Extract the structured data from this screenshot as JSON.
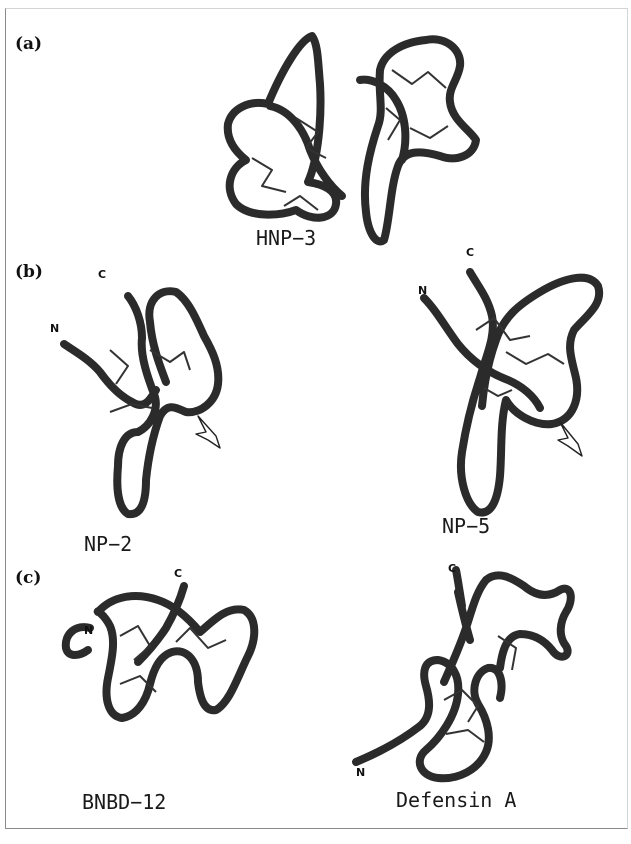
{
  "panels": {
    "a": {
      "label": "(a)",
      "molecules": [
        {
          "name": "HNP−3"
        }
      ]
    },
    "b": {
      "label": "(b)",
      "molecules": [
        {
          "name": "NP−2",
          "n_term": "N",
          "c_term": "C"
        },
        {
          "name": "NP−5",
          "n_term": "N",
          "c_term": "C"
        }
      ]
    },
    "c": {
      "label": "(c)",
      "molecules": [
        {
          "name": "BNBD−12",
          "n_term": "N",
          "c_term": "C"
        },
        {
          "name": "Defensin A",
          "n_term": "N",
          "c_term": "C"
        }
      ]
    }
  },
  "colors": {
    "backbone": "#2b2b2b",
    "disulfide": "#333333",
    "frame": "#8a8a8a"
  }
}
